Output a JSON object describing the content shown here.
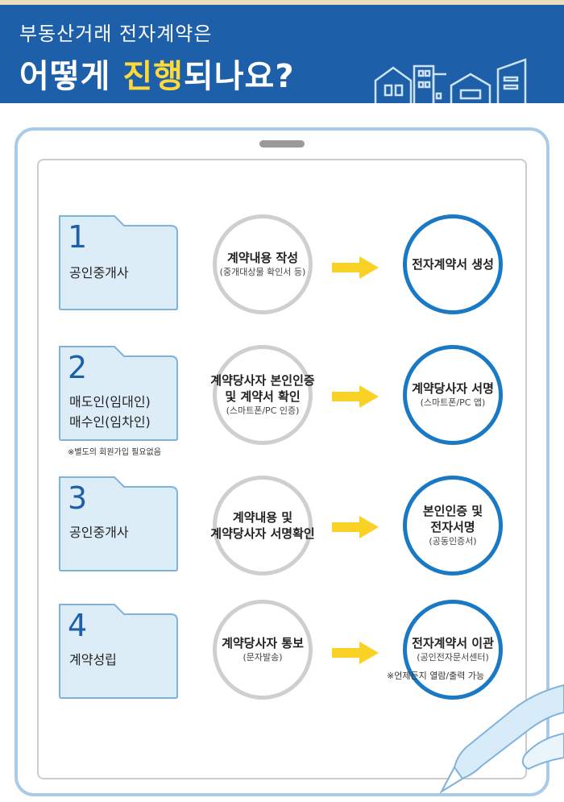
{
  "header": {
    "subtitle": "부동산거래 전자계약은",
    "title_part1": "어떻게 ",
    "title_highlight": "진행",
    "title_part2": "되나요?"
  },
  "steps": [
    {
      "number": "1",
      "role_lines": [
        "공인중개사"
      ],
      "action": {
        "lines": [
          "계약내용 작성"
        ],
        "sub": "(중개대상물 확인서 등)"
      },
      "result": {
        "lines": [
          "전자계약서 생성"
        ],
        "sub": ""
      }
    },
    {
      "number": "2",
      "role_lines": [
        "매도인(임대인)",
        "매수인(임차인)"
      ],
      "role_note": "※별도의 회원가입 필요없음",
      "action": {
        "lines": [
          "계약당사자 본인인증",
          "및 계약서 확인"
        ],
        "sub": "(스마트폰/PC 인증)"
      },
      "result": {
        "lines": [
          "계약당사자 서명"
        ],
        "sub": "(스마트폰/PC 앱)"
      }
    },
    {
      "number": "3",
      "role_lines": [
        "공인중개사"
      ],
      "action": {
        "lines": [
          "계약내용 및",
          "계약당사자 서명확인"
        ],
        "sub": ""
      },
      "result": {
        "lines": [
          "본인인증 및",
          "전자서명"
        ],
        "sub": "(공동인증서)"
      }
    },
    {
      "number": "4",
      "role_lines": [
        "계약성립"
      ],
      "action": {
        "lines": [
          "계약당사자 통보"
        ],
        "sub": "(문자발송)"
      },
      "result": {
        "lines": [
          "전자계약서 이관"
        ],
        "sub": "(공인전자문서센터)"
      },
      "result_note": "※언제든지 열람/출력 가능"
    }
  ],
  "colors": {
    "header_bg": "#1d5fa8",
    "highlight": "#ffd83a",
    "folder_fill": "#dcedf8",
    "folder_stroke": "#7fb3dc",
    "result_ring": "#1a79c4",
    "action_ring": "#cfcfcf",
    "arrow": "#f9d225"
  },
  "icons": [
    "houses-illustration",
    "folder-icon",
    "arrow-right-icon",
    "pen-hand-illustration"
  ]
}
